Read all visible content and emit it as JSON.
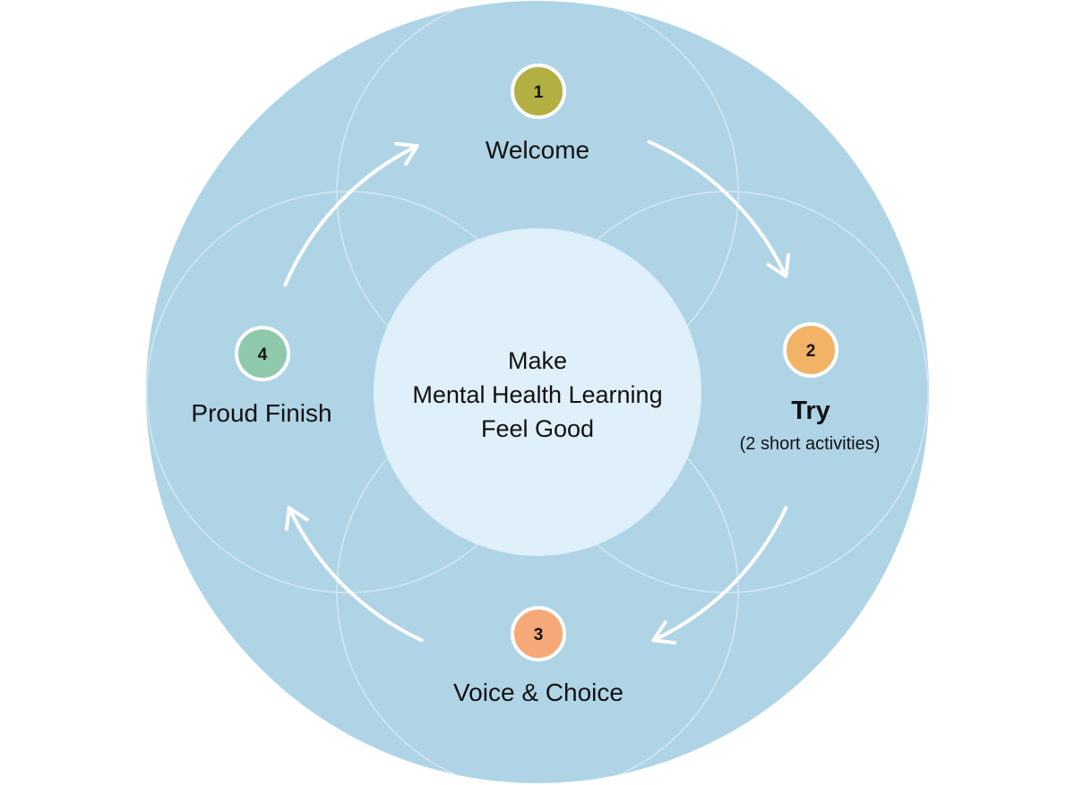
{
  "center": {
    "lines": [
      "Make",
      "Mental Health Learning",
      "Feel Good"
    ]
  },
  "steps": [
    {
      "number": "1",
      "title": "Welcome",
      "subtitle": "",
      "color": "#b3b043"
    },
    {
      "number": "2",
      "title": "Try",
      "subtitle": "(2 short activities)",
      "color": "#f2b366"
    },
    {
      "number": "3",
      "title": "Voice & Choice",
      "subtitle": "",
      "color": "#f7a878"
    },
    {
      "number": "4",
      "title": "Proud Finish",
      "subtitle": "",
      "color": "#8ec9ab"
    }
  ],
  "colors": {
    "outer": "#afd4e6",
    "inner": "#dff0fa",
    "ring_lines": "#d3e8f3",
    "arrow": "#ffffff"
  }
}
